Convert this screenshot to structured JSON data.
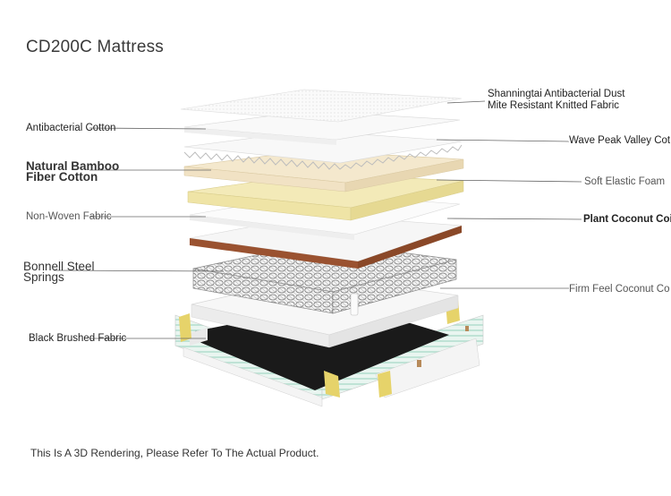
{
  "title": "CD200C Mattress",
  "labels_left": {
    "antibacterial_cotton": "Antibacterial Cotton",
    "natural_bamboo_line1": "Natural Bamboo",
    "natural_bamboo_line2": "Fiber Cotton",
    "non_woven_fabric": "Non-Woven Fabric",
    "bonnell_line1": "Bonnell Steel",
    "bonnell_line2": "Springs",
    "black_brushed_fabric": "Black Brushed Fabric"
  },
  "labels_right": {
    "shanningtai_line1": "Shanningtai Antibacterial Dust",
    "shanningtai_line2": "Mite Resistant Knitted Fabric",
    "wave_peak": "Wave Peak Valley Cot",
    "soft_elastic_foam": "Soft Elastic Foam",
    "plant_coconut": "Plant Coconut Coir",
    "firm_feel_coconut": "Firm Feel Coconut Co"
  },
  "note": "This Is A 3D Rendering, Please Refer To The Actual Product.",
  "colors": {
    "cream": "#f1e2c4",
    "yellow_foam": "#efe4a6",
    "coconut_brown": "#9a5230",
    "spring_grey": "#8a8a8a",
    "black_fabric": "#1a1a1a",
    "mint_edge": "#bfe3d6",
    "white_layer": "#f7f7f7"
  }
}
